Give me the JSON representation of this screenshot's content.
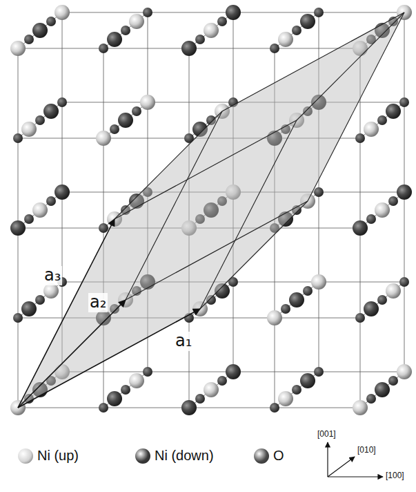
{
  "diagram": {
    "labels": [
      "a₃",
      "a₂",
      "a₁",
      "[001]",
      "[010]",
      "[100]"
    ],
    "legend": [
      {
        "text": "Ni (up)",
        "color": "#d4d4d4"
      },
      {
        "text": "Ni (down)",
        "color": "#3a3a3a"
      },
      {
        "text": "O",
        "color": "#4a4a4a"
      }
    ]
  }
}
